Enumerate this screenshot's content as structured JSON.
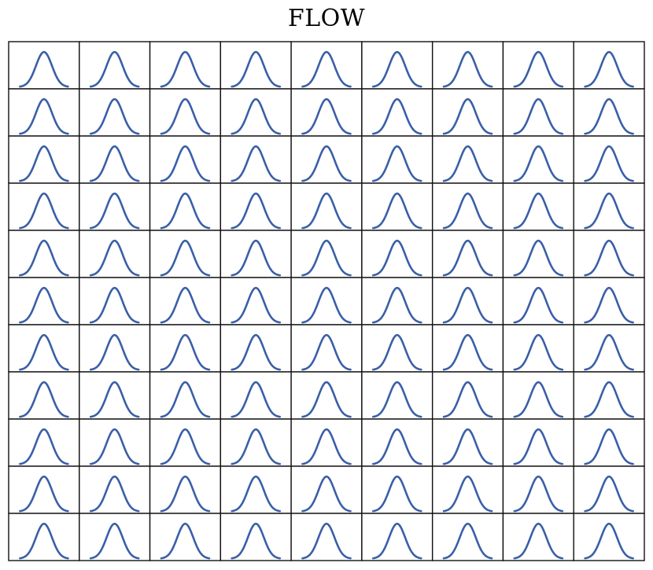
{
  "chart_data": {
    "type": "line",
    "title": "FLOW",
    "layout": {
      "rows": 11,
      "cols": 9
    },
    "panel": {
      "x": [
        -3.0,
        -2.5,
        -2.0,
        -1.5,
        -1.0,
        -0.5,
        0.0,
        0.5,
        1.0,
        1.5,
        2.0,
        2.5,
        3.0
      ],
      "y": [
        0.011,
        0.044,
        0.135,
        0.325,
        0.607,
        0.882,
        1.0,
        0.882,
        0.607,
        0.325,
        0.135,
        0.044,
        0.011
      ],
      "xlim": [
        -3.0,
        3.0
      ],
      "ylim": [
        0,
        1.08
      ],
      "color": "#3a5fa8"
    },
    "grid": false,
    "ticks": false
  }
}
